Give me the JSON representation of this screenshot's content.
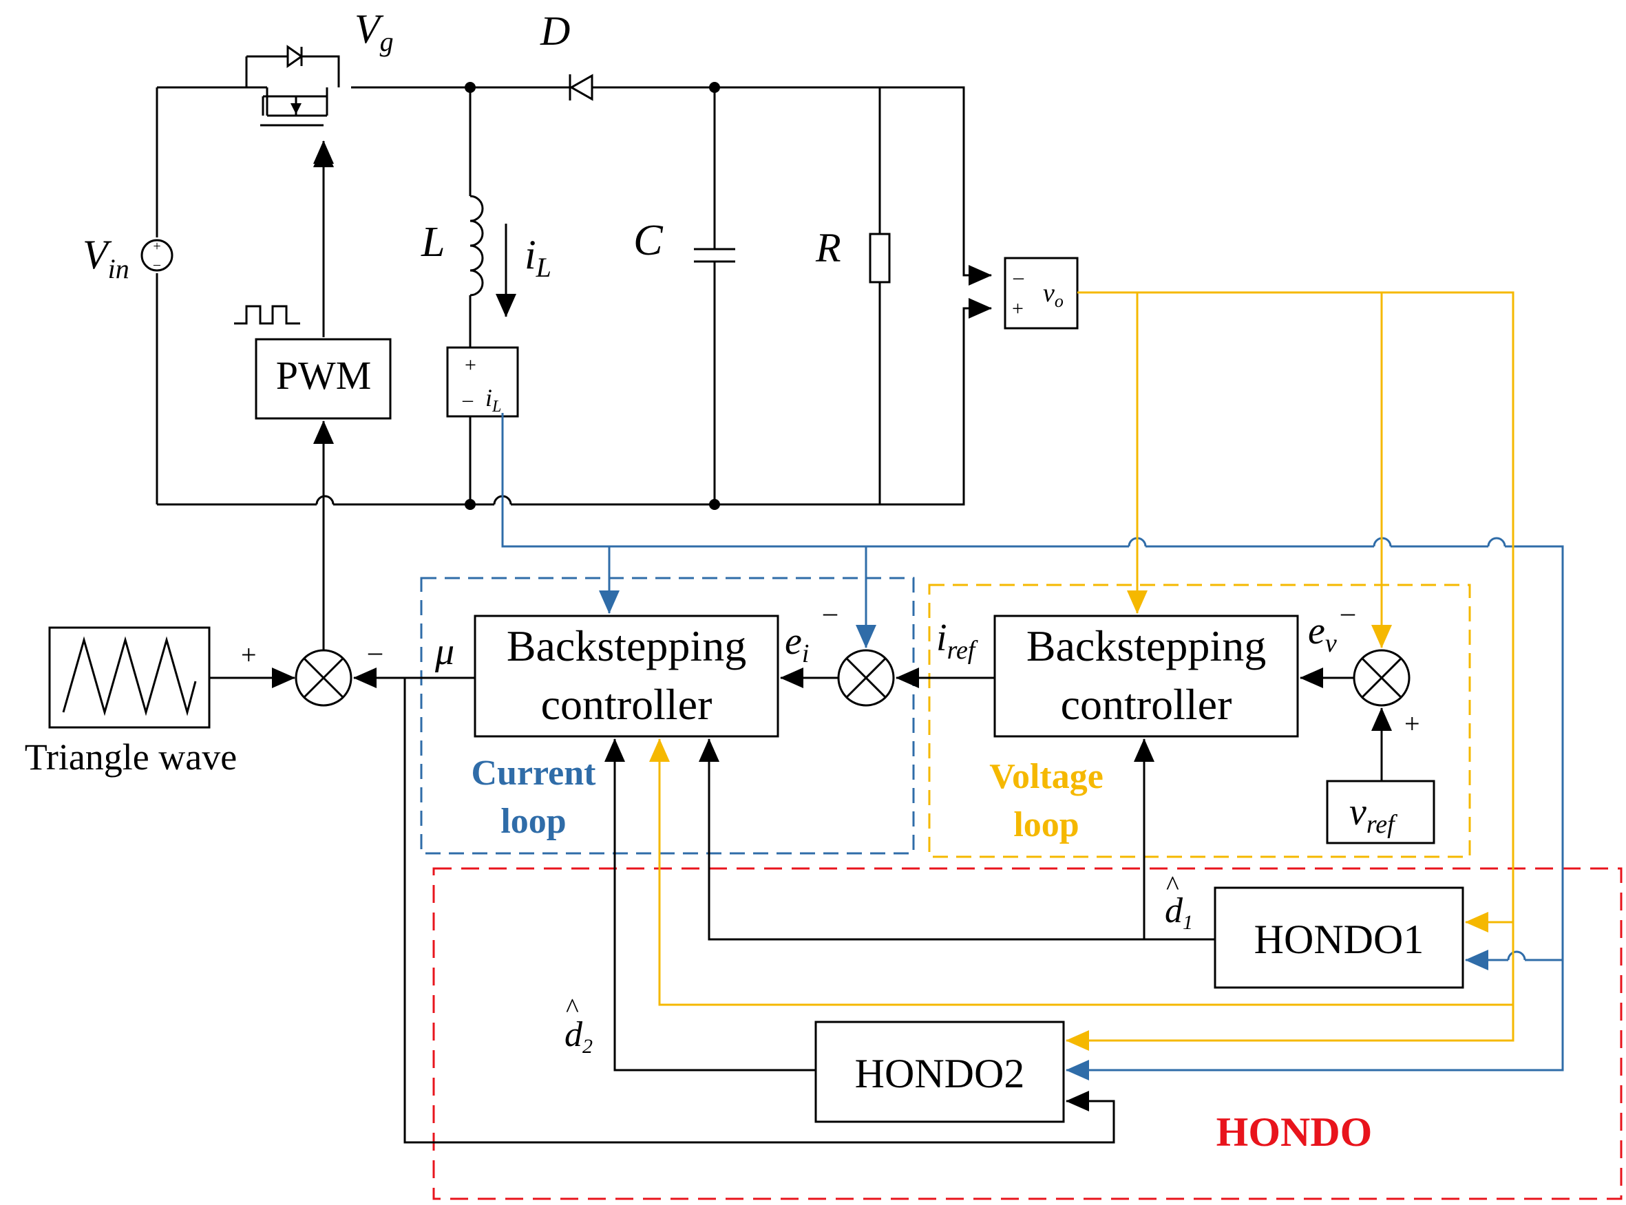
{
  "labels": {
    "vg": "V",
    "vg_sub": "g",
    "diode": "D",
    "vin": "V",
    "vin_sub": "in",
    "inductor": "L",
    "il": "i",
    "il_sub": "L",
    "capacitor": "C",
    "resistor": "R",
    "pwm": "PWM",
    "il_sensor_plus": "+",
    "il_sensor_minus": "–",
    "il_sensor_label": "i",
    "il_sensor_sub": "L",
    "vo_sensor_minus": "–",
    "vo_sensor_plus": "+",
    "vo_label": "v",
    "vo_sub": "o",
    "triangle_wave": "Triangle wave",
    "sum1_plus": "+",
    "sum1_minus": "–",
    "mu": "μ",
    "bs1_line1": "Backstepping",
    "bs1_line2": "controller",
    "ei": "e",
    "ei_sub": "i",
    "sum2_minus": "–",
    "iref": "i",
    "iref_sub": "ref",
    "bs2_line1": "Backstepping",
    "bs2_line2": "controller",
    "ev": "e",
    "ev_sub": "v",
    "sum3_minus": "–",
    "sum3_plus": "+",
    "vref": "v",
    "vref_sub": "ref",
    "current_loop_1": "Current",
    "current_loop_2": "loop",
    "voltage_loop_1": "Voltage",
    "voltage_loop_2": "loop",
    "d1": "d",
    "d1_sub": "1",
    "hondo1": "HONDO1",
    "d2": "d",
    "d2_sub": "2",
    "hondo2": "HONDO2",
    "hondo_group": "HONDO"
  },
  "colors": {
    "current_loop": "#2F6CA8",
    "voltage_loop": "#F5B800",
    "hondo": "#E8141C",
    "wire": "#000000"
  }
}
